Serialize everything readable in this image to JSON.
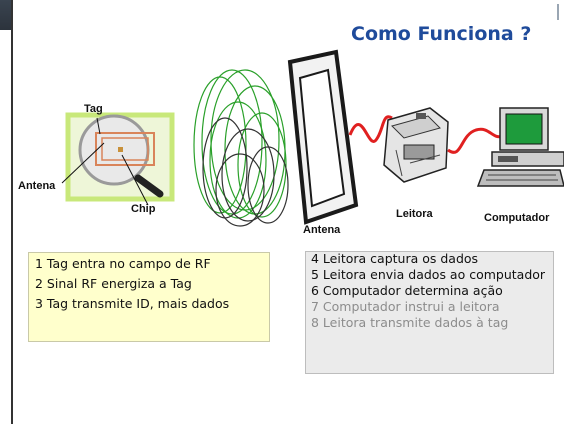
{
  "title": "Como Funciona ?",
  "labels": {
    "tag": "Tag",
    "antena_left": "Antena",
    "chip": "Chip",
    "antena_mid": "Antena",
    "leitora": "Leitora",
    "computador": "Computador"
  },
  "steps_left": [
    {
      "text": "1 Tag entra no campo de RF"
    },
    {
      "text": "2 Sinal RF energiza a Tag"
    },
    {
      "text": "3 Tag transmite ID, mais dados"
    }
  ],
  "steps_right": [
    {
      "text": "4 Leitora captura os dados"
    },
    {
      "text": "5 Leitora envia dados ao computador"
    },
    {
      "text": "6 Computador determina ação"
    },
    {
      "text": "7 Computador instrui a leitora",
      "dim": true
    },
    {
      "text": "8 Leitora transmite dados à tag",
      "dim": true
    }
  ],
  "colors": {
    "title": "#1f4b9b",
    "field_green": "#2aa02a",
    "field_dark": "#333333",
    "cable_red": "#e02020",
    "left_box": "#ffffcc",
    "right_box": "#ebebeb",
    "tag_frame": "#c8e87a",
    "screen_green": "#1e9b3c"
  },
  "icons": [
    "magnifier-tag-icon",
    "rf-field-icon",
    "antenna-panel-icon",
    "reader-device-icon",
    "computer-icon"
  ]
}
